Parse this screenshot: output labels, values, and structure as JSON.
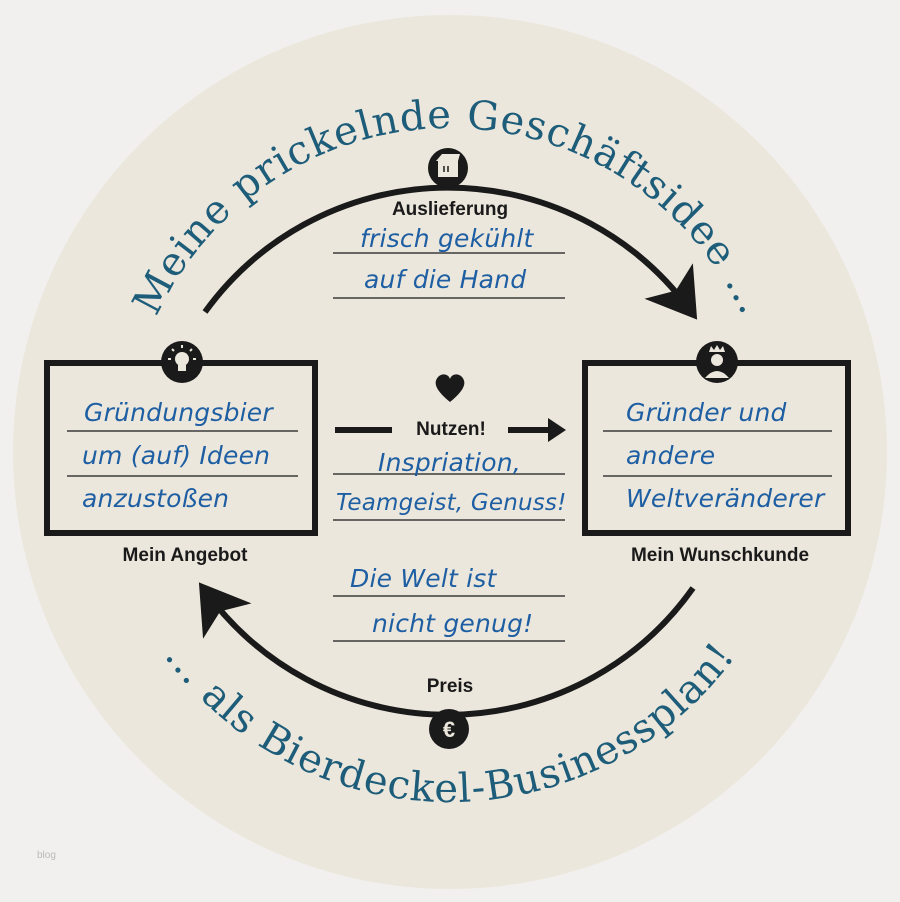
{
  "colors": {
    "title": "#1d5d7a",
    "ink": "#1a1a1a",
    "handwriting": "#1e5fa3",
    "coaster": "#ece7dc"
  },
  "title_top": "Meine prickelnde Geschäftsidee …",
  "title_bottom": "… als Bierdeckel-Businessplan!",
  "icons": {
    "delivery": "box-icon",
    "offer": "lightbulb-icon",
    "customer": "person-icon",
    "benefit": "heart-icon",
    "price": "euro-icon"
  },
  "delivery": {
    "label": "Auslieferung",
    "lines": [
      "frisch gekühlt",
      "auf die Hand"
    ]
  },
  "offer": {
    "label": "Mein Angebot",
    "lines": [
      "Gründungsbier",
      "um (auf) Ideen",
      "anzustoßen"
    ]
  },
  "benefit": {
    "label": "Nutzen!",
    "lines": [
      "Inspriation,",
      "Teamgeist, Genuss!"
    ]
  },
  "customer": {
    "label": "Mein Wunschkunde",
    "lines": [
      "Gründer und",
      "andere",
      "Weltveränderer"
    ]
  },
  "price": {
    "label": "Preis",
    "symbol": "€",
    "lines": [
      "Die Welt ist",
      "nicht genug!"
    ]
  },
  "watermark": "blog"
}
